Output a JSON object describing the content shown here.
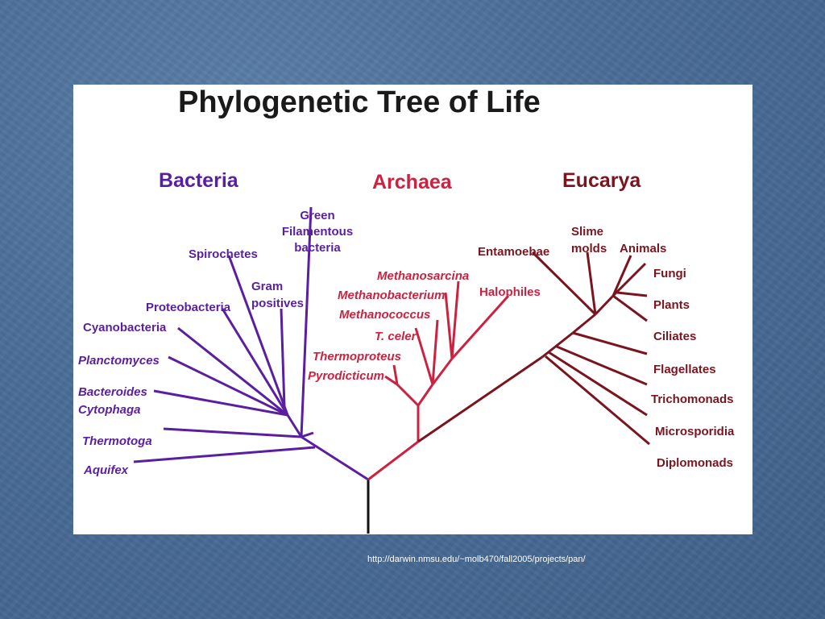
{
  "title": "Phylogenetic Tree of Life",
  "domains": {
    "bacteria": "Bacteria",
    "archaea": "Archaea",
    "eucarya": "Eucarya"
  },
  "colors": {
    "bacteria": "#5a1fa0",
    "archaea": "#cc2240",
    "eucarya": "#7a1520",
    "root": "#111111"
  },
  "bacteria_labels": {
    "green_1": "Green",
    "green_2": "Filamentous",
    "green_3": "bacteria",
    "spirochetes": "Spirochetes",
    "gram_1": "Gram",
    "gram_2": "positives",
    "proteobacteria": "Proteobacteria",
    "cyanobacteria": "Cyanobacteria",
    "planctomyces": "Planctomyces",
    "bacteroides": "Bacteroides",
    "cytophaga": "Cytophaga",
    "thermotoga": "Thermotoga",
    "aquifex": "Aquifex"
  },
  "archaea_labels": {
    "methanosarcina": "Methanosarcina",
    "methanobacterium": "Methanobacterium",
    "halophiles": "Halophiles",
    "methanococcus": "Methanococcus",
    "tceler": "T. celer",
    "thermoproteus": "Thermoproteus",
    "pyrodicticum": "Pyrodicticum"
  },
  "eucarya_labels": {
    "entamoebae": "Entamoebae",
    "slime_1": "Slime",
    "slime_2": "molds",
    "animals": "Animals",
    "fungi": "Fungi",
    "plants": "Plants",
    "ciliates": "Ciliates",
    "flagellates": "Flagellates",
    "trichomonads": "Trichomonads",
    "microsporidia": "Microsporidia",
    "diplomonads": "Diplomonads"
  },
  "source_url": "http://darwin.nmsu.edu/~molb470/fall2005/projects/pan/"
}
